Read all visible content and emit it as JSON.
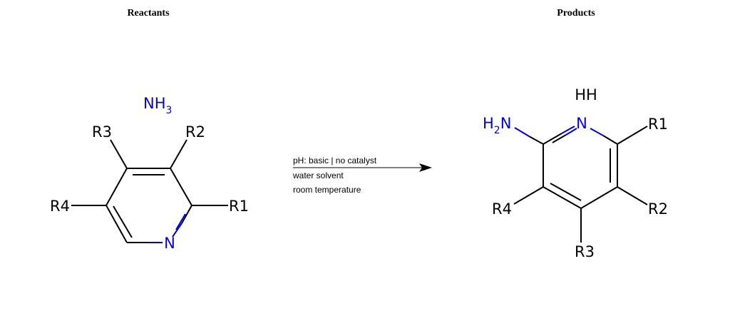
{
  "headers": {
    "reactants": "Reactants",
    "products": "Products"
  },
  "colors": {
    "carbon": "#000000",
    "nitrogen": "#0000dd",
    "arrow": "#000000"
  },
  "reactants": {
    "ammonia": {
      "main": "NH",
      "sub": "3"
    },
    "pyridine": {
      "ring_n": "N",
      "r1": "R1",
      "r2": "R2",
      "r3": "R3",
      "r4": "R4"
    }
  },
  "conditions": [
    "pH: basic | no catalyst",
    "water solvent",
    "room temperature"
  ],
  "product": {
    "amine": {
      "h": "H",
      "sub": "2",
      "n": "N"
    },
    "ring_n": "N",
    "n_hydrogens": "HH",
    "r1": "R1",
    "r2": "R2",
    "r3": "R3",
    "r4": "R4"
  }
}
